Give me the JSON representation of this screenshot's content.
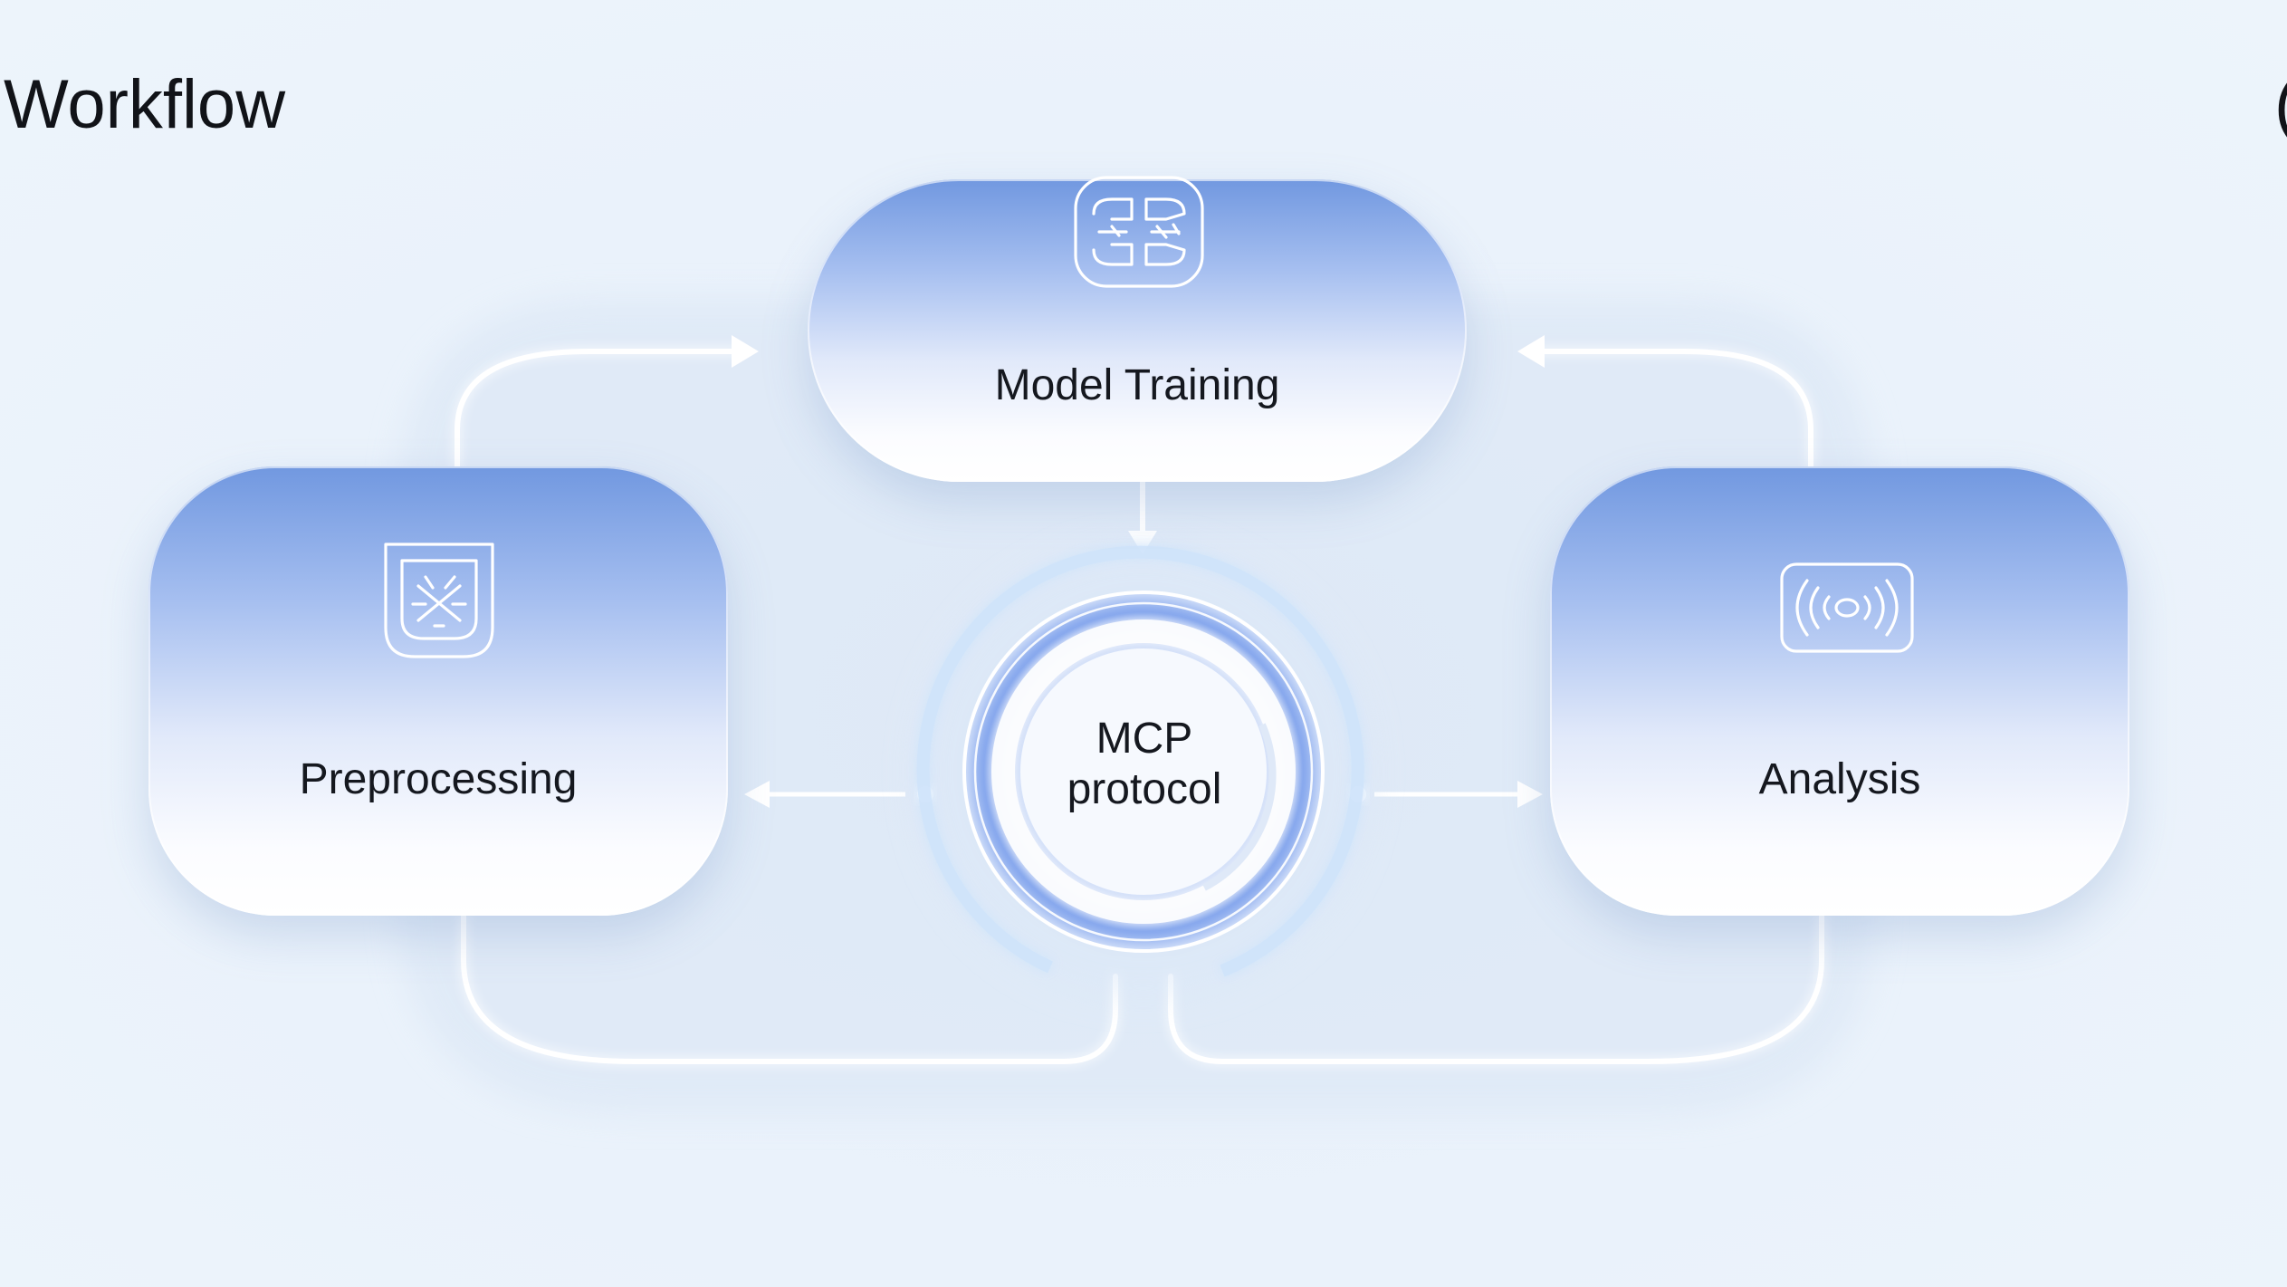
{
  "title": "Workflow",
  "edge_glyph": "(",
  "nodes": {
    "model_training": {
      "label": "Model Training",
      "icon": "neural-network-icon"
    },
    "preprocessing": {
      "label": "Preprocessing",
      "icon": "shield-filter-icon"
    },
    "analysis": {
      "label": "Analysis",
      "icon": "signal-waves-icon"
    },
    "hub": {
      "line1": "MCP",
      "line2": "protocol"
    }
  },
  "colors": {
    "background": "#e9f1fa",
    "card_top": "#7198e0",
    "card_bottom": "#ffffff",
    "glow": "#ffffff",
    "hub_ring": "#6f97ea",
    "text": "#15181f"
  }
}
